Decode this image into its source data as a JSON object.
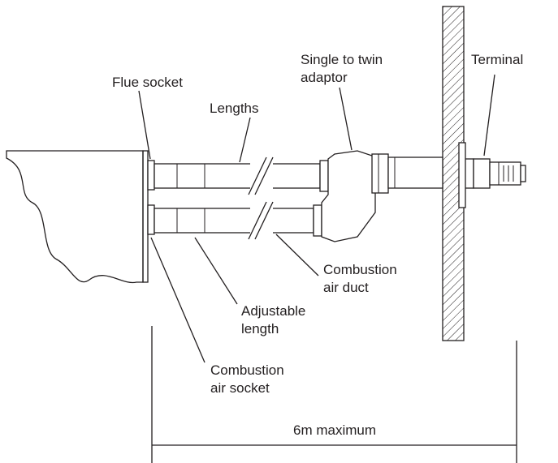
{
  "labels": {
    "flue_socket": "Flue socket",
    "lengths": "Lengths",
    "adaptor_line1": "Single to twin",
    "adaptor_line2": "adaptor",
    "terminal": "Terminal",
    "air_duct_line1": "Combustion",
    "air_duct_line2": "air duct",
    "adjustable_line1": "Adjustable",
    "adjustable_line2": "length",
    "air_socket_line1": "Combustion",
    "air_socket_line2": "air socket",
    "dimension": "6m maximum"
  },
  "colors": {
    "ink": "#231f20",
    "background": "#ffffff"
  }
}
